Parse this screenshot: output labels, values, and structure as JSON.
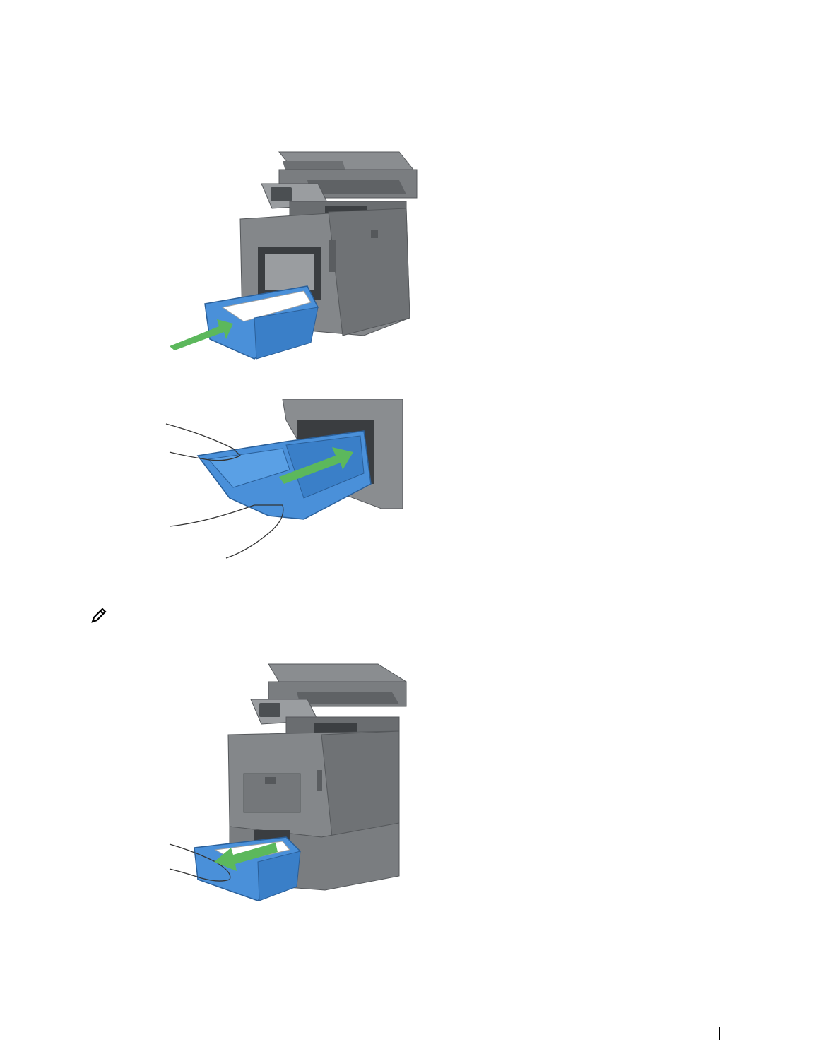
{
  "document": {
    "figures": [
      {
        "name": "printer-tray-insert",
        "arrow_color": "#5cb85c",
        "tray_color": "#4a90d9"
      },
      {
        "name": "tray-slide-in-hands",
        "arrow_color": "#5cb85c",
        "tray_color": "#4a90d9"
      },
      {
        "name": "printer-tray-pull-out",
        "arrow_color": "#5cb85c",
        "tray_color": "#4a90d9"
      }
    ],
    "note_icon": "note-pencil-icon"
  }
}
